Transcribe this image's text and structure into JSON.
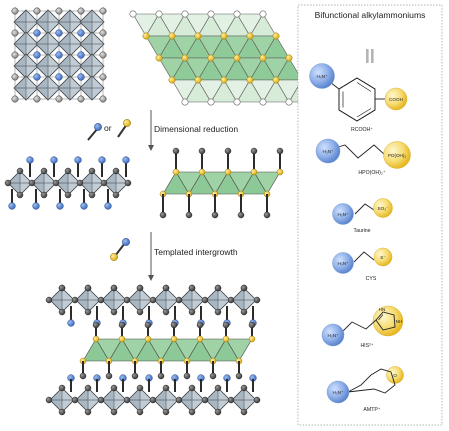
{
  "sidebar": {
    "title": "Bifunctional alkylammoniums",
    "molecules": [
      {
        "name": "RCOOH⁺",
        "left_group": "H₃N⁺",
        "right_group": "COOH",
        "tail": ""
      },
      {
        "name": "HPO(OH)₂⁺",
        "left_group": "H₃N⁺",
        "right_group": "PO(OH)₂",
        "tail": ""
      },
      {
        "name": "Taurine",
        "left_group": "H₃N⁺",
        "right_group": "SO₃⁻",
        "tail": ""
      },
      {
        "name": "CYS",
        "left_group": "H₃N⁺",
        "right_group": "S⁻",
        "tail": ""
      },
      {
        "name": "HIS²⁺",
        "left_group": "H₃N⁺",
        "right_group": "",
        "ring_top": "HN",
        "ring_right": "NH"
      },
      {
        "name": "AMTP⁺",
        "left_group": "H₃N⁺",
        "right_group": "O"
      }
    ]
  },
  "steps": {
    "or_label": "or",
    "dimensional_reduction": "Dimensional reduction",
    "templated_intergrowth": "Templated intergrowth"
  },
  "colors": {
    "octahedron_fill": "#a9b7c3",
    "octahedron_edge": "#3b3f44",
    "triangle_fill": "#9fd3a6",
    "triangle_light": "#e3f1e4",
    "blue_atom": "#4e79c4",
    "yellow_atom": "#f2c230",
    "dark_atom": "#4a4a4a",
    "gray_atom": "#8e8e8e"
  }
}
